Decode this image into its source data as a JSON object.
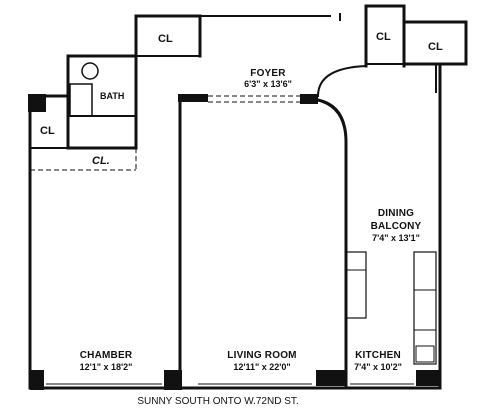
{
  "rooms": {
    "foyer": {
      "name": "FOYER",
      "dims": "6'3\" x 13'6\""
    },
    "bath": {
      "name": "BATH"
    },
    "dining": {
      "name1": "DINING",
      "name2": "BALCONY",
      "dims": "7'4\" x 13'1\""
    },
    "chamber": {
      "name": "CHAMBER",
      "dims": "12'1\" x 18'2\""
    },
    "living": {
      "name": "LIVING ROOM",
      "dims": "12'11\" x 22'0\""
    },
    "kitchen": {
      "name": "KITCHEN",
      "dims": "7'4\" x 10'2\""
    }
  },
  "closets": {
    "top_left": "CL",
    "top_right_a": "CL",
    "top_right_b": "CL",
    "chamber_upper": "CL",
    "chamber_lower": "CL."
  },
  "caption": "SUNNY SOUTH ONTO W.72ND ST."
}
